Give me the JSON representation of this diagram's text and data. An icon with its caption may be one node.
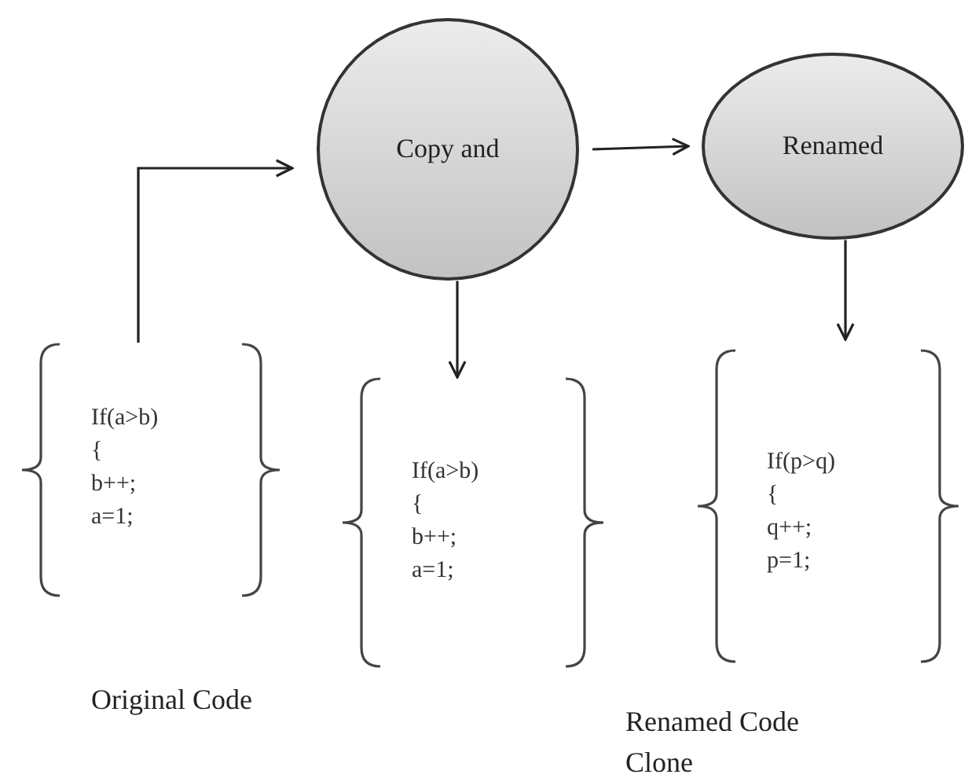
{
  "diagram": {
    "nodes": [
      {
        "text": [
          "Copy and"
        ]
      },
      {
        "text": [
          "Renamed"
        ]
      },
      {
        "text": [
          "If(a>b)",
          "{",
          "b++;",
          "a=1;"
        ],
        "beside": [
          "Original Code"
        ]
      },
      {
        "text": [
          "If(a>b)",
          "{",
          "b++;",
          "a=1;"
        ]
      },
      {
        "text": [
          "If(p>q)",
          "{",
          "q++;",
          "p=1;"
        ],
        "beside": [
          "Renamed Code Clone"
        ]
      }
    ],
    "edges": [
      {
        "from": 2,
        "to": 0,
        "arrow": "to"
      },
      {
        "from": 0,
        "to": 1,
        "arrow": "to"
      },
      {
        "from": 0,
        "to": 3,
        "arrow": "to"
      },
      {
        "from": 1,
        "to": 4,
        "arrow": "to"
      }
    ]
  }
}
